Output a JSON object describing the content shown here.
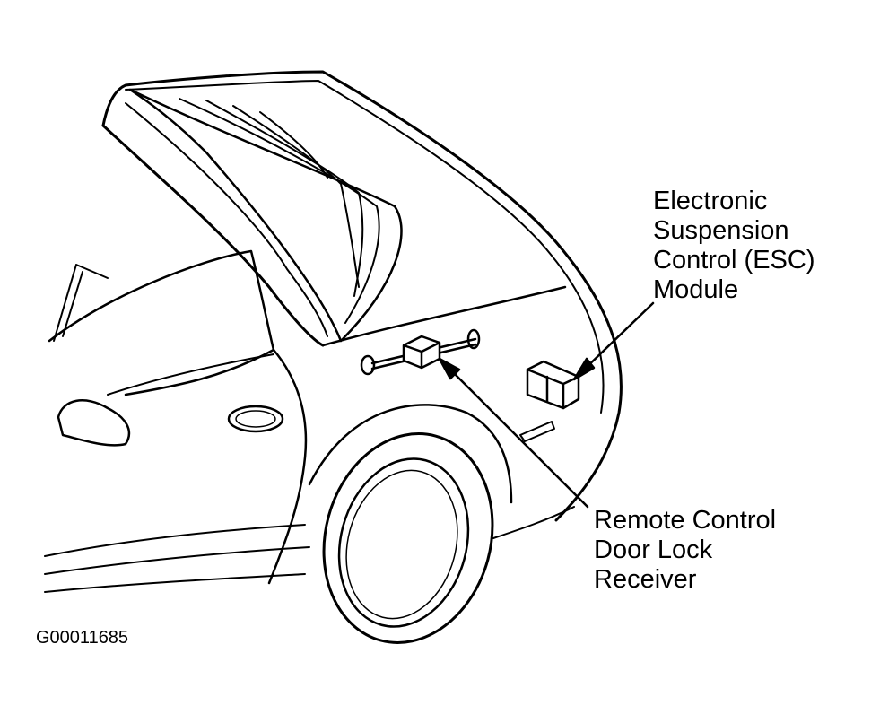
{
  "labels": {
    "esc_module": [
      "Electronic",
      "Suspension",
      "Control (ESC)",
      "Module"
    ],
    "door_lock_receiver": [
      "Remote Control",
      "Door Lock",
      "Receiver"
    ]
  },
  "figure_id": "G00011685"
}
